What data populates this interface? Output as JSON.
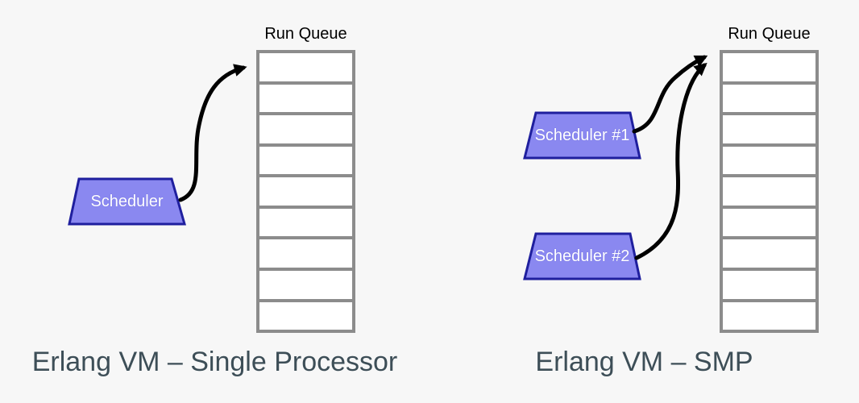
{
  "colors": {
    "background": "#f7f7f7",
    "queue_border": "#8c8c8c",
    "queue_cell": "#ffffff",
    "scheduler_fill": "#8a88f0",
    "scheduler_stroke": "#1f1f9e",
    "scheduler_text": "#ffffff",
    "arrow": "#000000",
    "run_queue_text": "#000000",
    "caption_text": "#3d4e57"
  },
  "left_diagram": {
    "run_queue_label": "Run Queue",
    "queue_cells": 9,
    "scheduler": {
      "label": "Scheduler"
    },
    "caption": "Erlang VM – Single Processor"
  },
  "right_diagram": {
    "run_queue_label": "Run Queue",
    "queue_cells": 9,
    "schedulers": [
      {
        "label": "Scheduler #1"
      },
      {
        "label": "Scheduler #2"
      }
    ],
    "caption": "Erlang VM – SMP"
  }
}
